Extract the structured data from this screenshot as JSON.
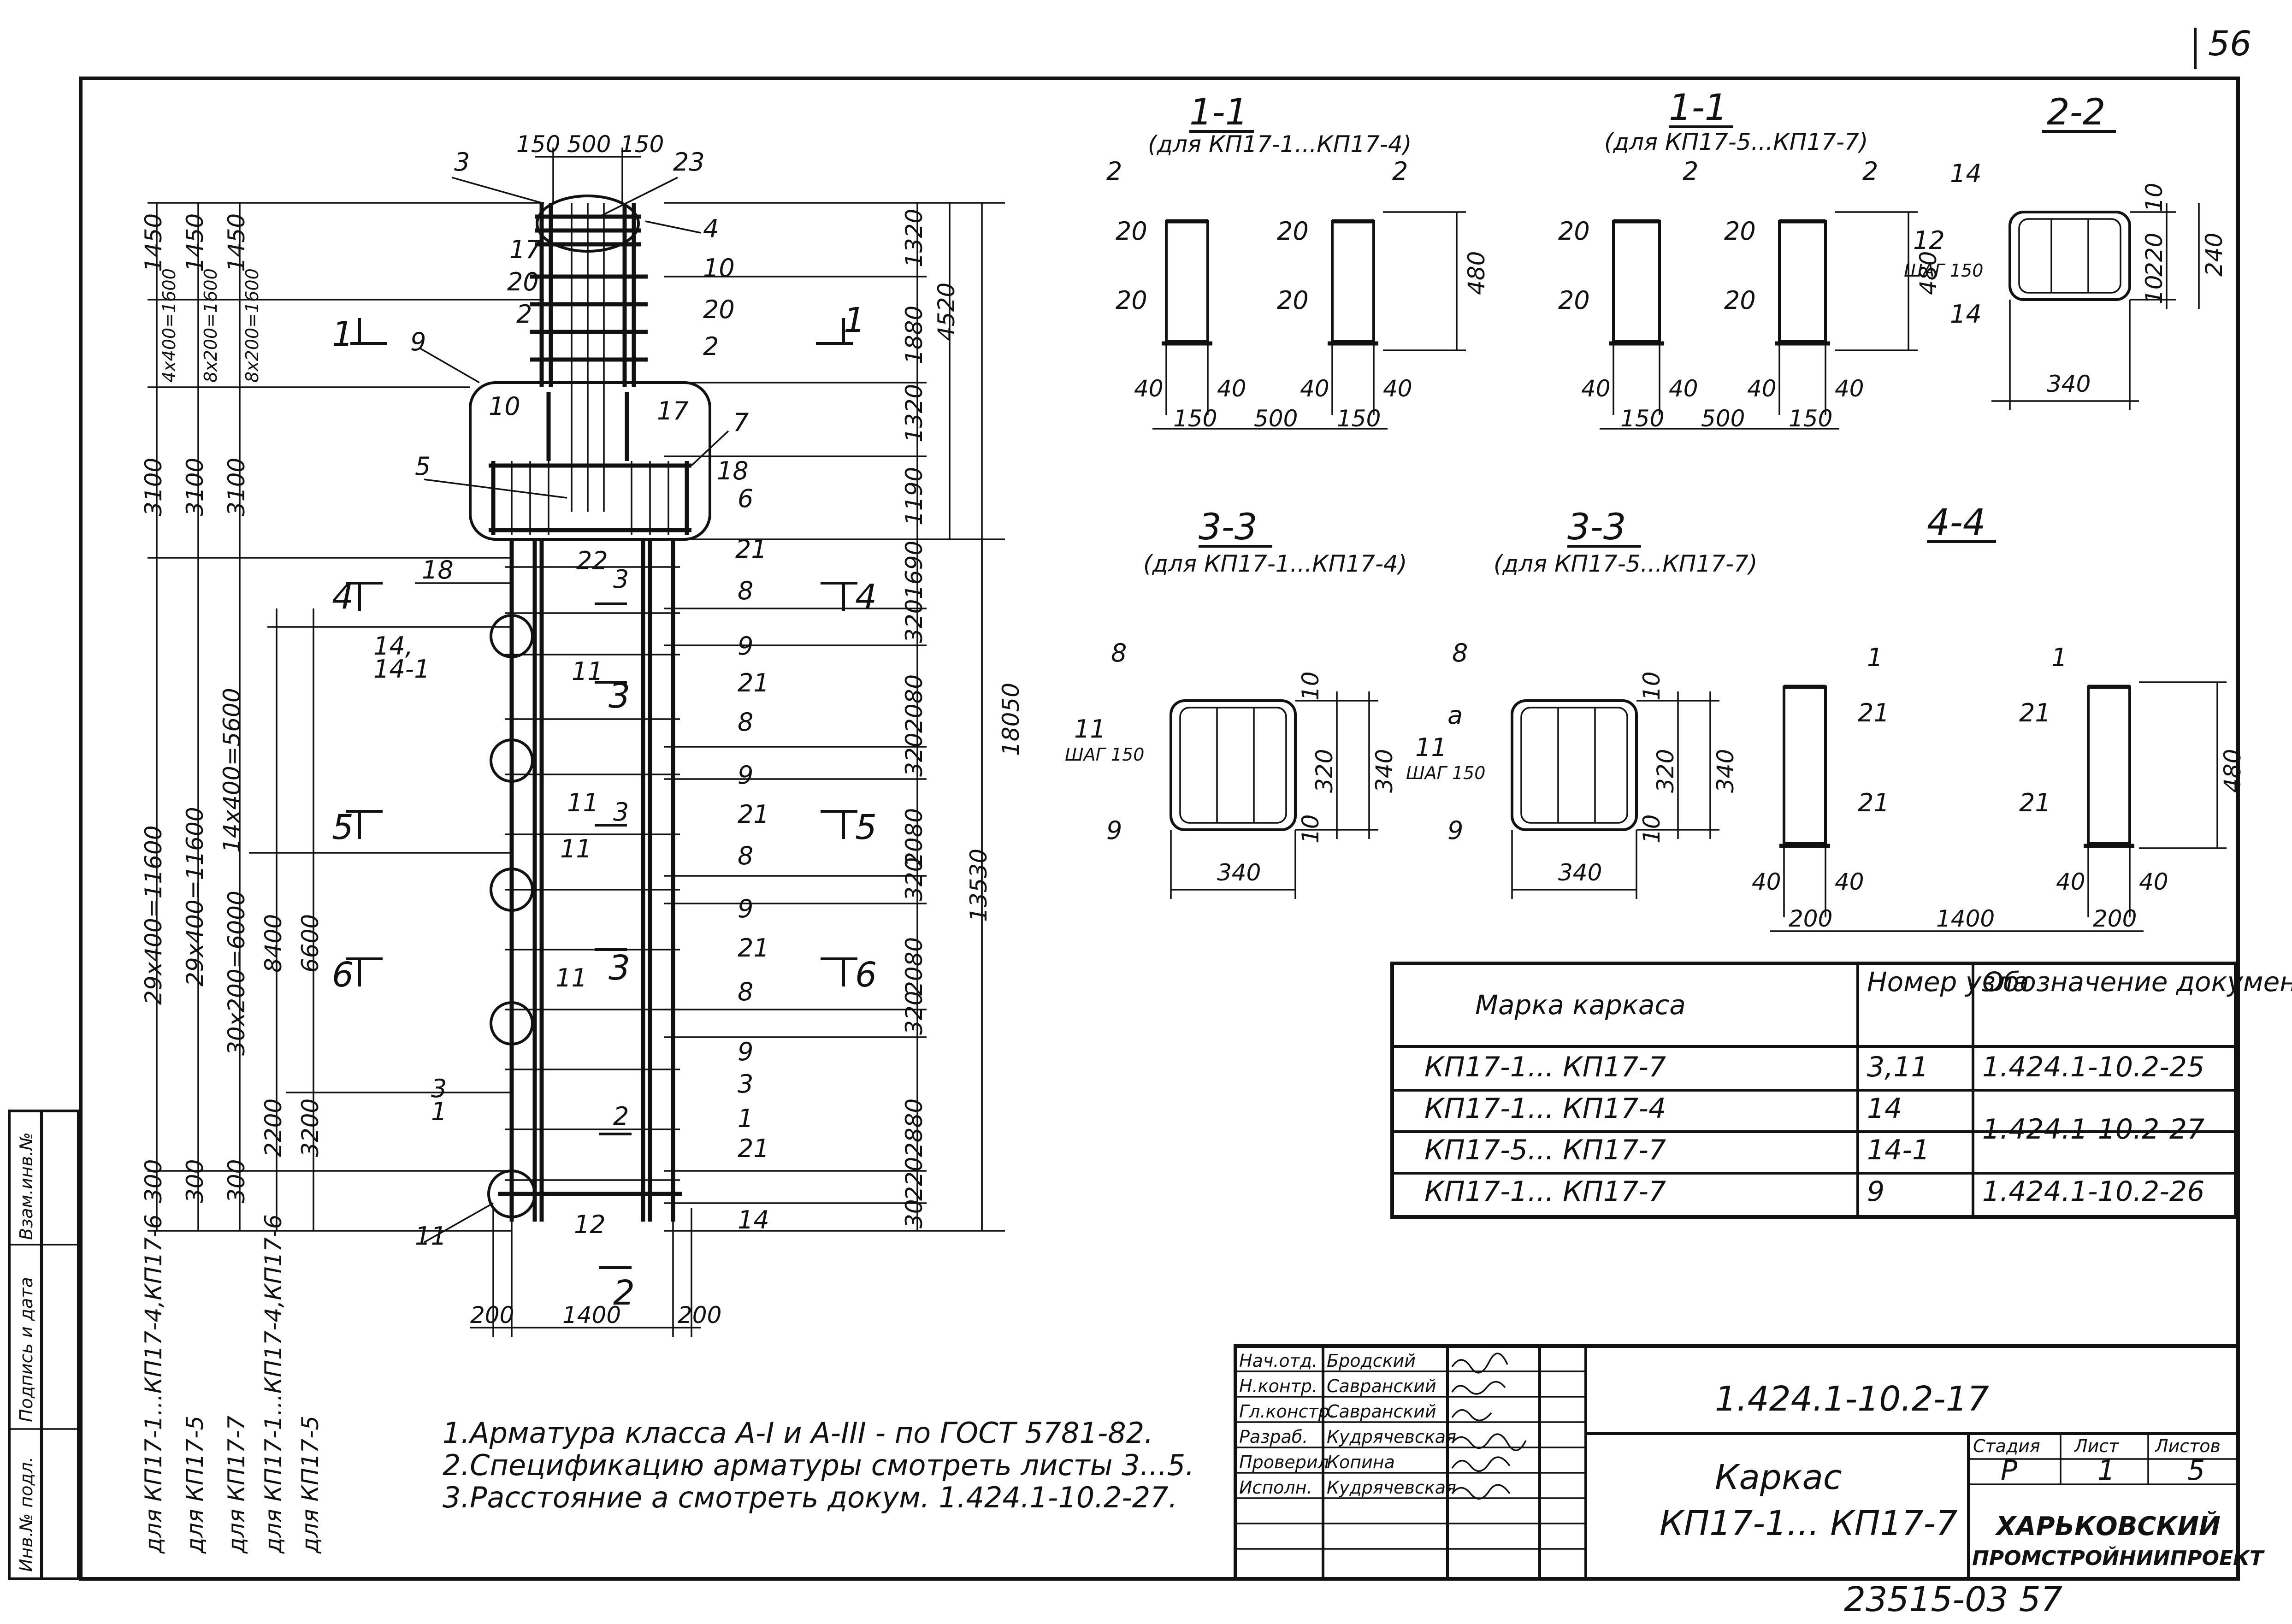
{
  "sheet": {
    "page_number": "56",
    "bottom_code": "23515-03 57"
  },
  "sections": {
    "s11a": {
      "title": "1-1",
      "subtitle": "(для КП17-1...КП17-4)"
    },
    "s11b": {
      "title": "1-1",
      "subtitle": "(для КП17-5...КП17-7)"
    },
    "s22": {
      "title": "2-2"
    },
    "s33a": {
      "title": "3-3",
      "subtitle": "(для КП17-1...КП17-4)"
    },
    "s33b": {
      "title": "3-3",
      "subtitle": "(для КП17-5...КП17-7)"
    },
    "s44": {
      "title": "4-4"
    }
  },
  "elevation": {
    "top_dims": [
      "150",
      "500",
      "150"
    ],
    "bottom_dims": [
      "200",
      "1400",
      "200"
    ],
    "right_dims": [
      "1320",
      "1880",
      "1320",
      "1190",
      "1690",
      "320",
      "2080",
      "320",
      "2080",
      "320",
      "2080",
      "320",
      "2880",
      "220",
      "30"
    ],
    "right_totals": [
      "4520",
      "18050",
      "13530"
    ],
    "left_dims_col1": [
      "1450",
      "4x400=1600",
      "3100",
      "29x400=11600",
      "300"
    ],
    "left_dims_col2": [
      "1450",
      "8x200=1600",
      "3100",
      "29x400=11600",
      "300"
    ],
    "left_dims_col3": [
      "1450",
      "8x200=1600",
      "3100",
      "30x200=6000",
      "300"
    ],
    "left_dims_inner": [
      "14x400=5600",
      "8400",
      "6600",
      "2200",
      "3200"
    ],
    "left_labels": [
      "для КП17-1...КП17-4,КП17-6",
      "для КП17-5",
      "для КП17-7",
      "для КП17-1...КП17-4,КП17-6",
      "для КП17-5"
    ],
    "marks": [
      "3",
      "23",
      "4",
      "17",
      "10",
      "20",
      "20",
      "2",
      "2",
      "9",
      "10",
      "17",
      "7",
      "5",
      "18",
      "6",
      "18",
      "22",
      "21",
      "8",
      "14,",
      "14-1",
      "11",
      "9",
      "21",
      "8",
      "9",
      "11",
      "21",
      "11",
      "8",
      "9",
      "21",
      "11",
      "8",
      "9",
      "3",
      "1",
      "3",
      "1",
      "21",
      "12",
      "14",
      "11"
    ],
    "cut_marks": [
      "1",
      "1",
      "4",
      "4",
      "5",
      "5",
      "6",
      "6",
      "3",
      "3",
      "3",
      "3",
      "2",
      "2"
    ]
  },
  "details": {
    "s11a_marks": [
      "2",
      "2",
      "20",
      "20",
      "20",
      "20"
    ],
    "s11a_dims": [
      "480",
      "40",
      "40",
      "40",
      "40",
      "150",
      "500",
      "150"
    ],
    "s11b_marks": [
      "2",
      "2",
      "20",
      "20",
      "20",
      "20"
    ],
    "s11b_dims": [
      "480",
      "40",
      "40",
      "40",
      "40",
      "150",
      "500",
      "150"
    ],
    "s22_marks": [
      "14",
      "12",
      "ШАГ 150",
      "14"
    ],
    "s22_dims": [
      "10",
      "220",
      "240",
      "10",
      "340"
    ],
    "s33a_marks": [
      "8",
      "11",
      "ШАГ 150",
      "9"
    ],
    "s33a_dims": [
      "10",
      "320",
      "340",
      "10",
      "340"
    ],
    "s33b_marks": [
      "8",
      "a",
      "11",
      "ШАГ 150",
      "9"
    ],
    "s33b_dims": [
      "10",
      "320",
      "340",
      "10",
      "340"
    ],
    "s44_marks": [
      "1",
      "21",
      "21",
      "1",
      "21",
      "21"
    ],
    "s44_dims": [
      "480",
      "40",
      "40",
      "200",
      "1400",
      "40",
      "40",
      "200"
    ]
  },
  "table": {
    "headers": [
      "Марка каркаса",
      "Номер узла",
      "Обозначение документа"
    ],
    "rows": [
      [
        "КП17-1... КП17-7",
        "3,11",
        "1.424.1-10.2-25"
      ],
      [
        "КП17-1... КП17-4",
        "14",
        "1.424.1-10.2-27"
      ],
      [
        "КП17-5... КП17-7",
        "14-1",
        ""
      ],
      [
        "КП17-1... КП17-7",
        "9",
        "1.424.1-10.2-26"
      ]
    ]
  },
  "notes": [
    "1.Арматура класса А-I и А-III - по ГОСТ 5781-82.",
    "2.Спецификацию арматуры смотреть листы 3...5.",
    "3.Расстояние a смотреть докум. 1.424.1-10.2-27."
  ],
  "stamp": {
    "roles": [
      "Нач.отд.",
      "Н.контр.",
      "Гл.констр.",
      "Разраб.",
      "Проверил",
      "Исполн."
    ],
    "names": [
      "Бродский",
      "Савранский",
      "Савранский",
      "Кудрячевская",
      "Копина",
      "Кудрячевская"
    ],
    "doc_code": "1.424.1-10.2-17",
    "title_line1": "Каркас",
    "title_line2": "КП17-1... КП17-7",
    "stage_label": "Стадия",
    "sheet_label": "Лист",
    "sheets_label": "Листов",
    "stage": "Р",
    "sheet": "1",
    "sheets": "5",
    "org_line1": "ХАРЬКОВСКИЙ",
    "org_line2": "ПРОМСТРОЙНИИПРОЕКТ"
  },
  "side_stamp": [
    "Инв.№ подл.",
    "Подпись и дата",
    "Взам.инв.№"
  ]
}
